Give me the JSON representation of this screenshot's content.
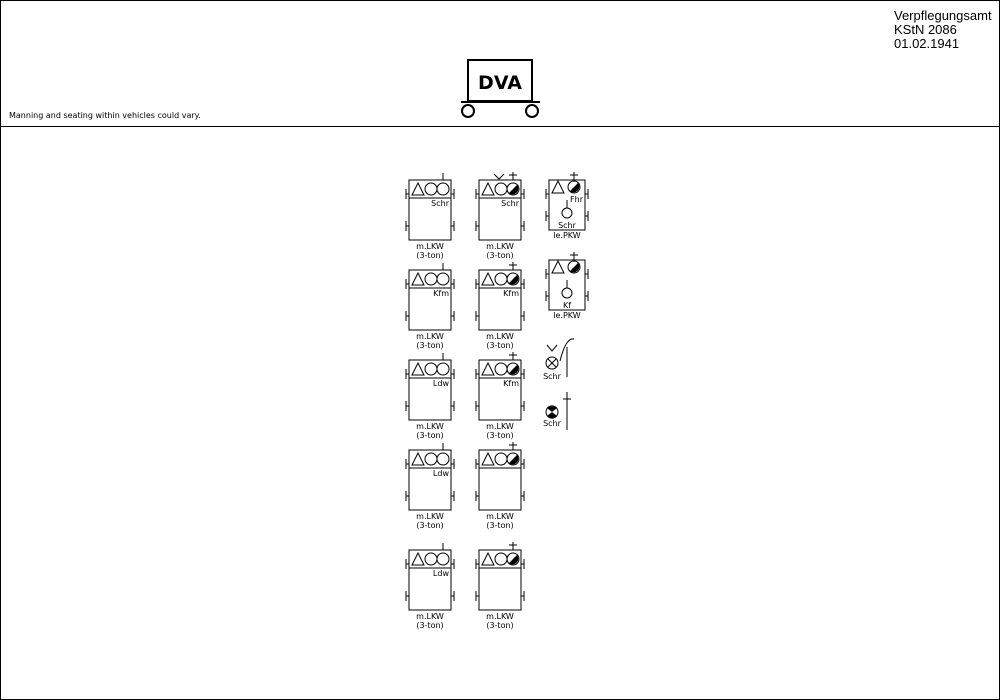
{
  "title_block": {
    "line1": "Verpflegungsamt",
    "line2": "KStN 2086",
    "line3": "01.02.1941"
  },
  "note": "Manning and seating within vehicles could vary.",
  "unit": {
    "label": "DVA"
  },
  "vehicles": [
    {
      "type": "truck",
      "role": "Schr",
      "cap1": "m.LKW",
      "cap2": "(3-ton)",
      "icon": "staff-pair"
    },
    {
      "type": "truck",
      "role": "Schr",
      "cap1": "m.LKW",
      "cap2": "(3-ton)",
      "icon": "officer-nco"
    },
    {
      "type": "car",
      "role_top": "Fhr",
      "role_bottom": "Schr",
      "cap1": "le.PKW",
      "icon": "officer"
    },
    {
      "type": "truck",
      "role": "Kfm",
      "cap1": "m.LKW",
      "cap2": "(3-ton)",
      "icon": "staff-pair"
    },
    {
      "type": "truck",
      "role": "Kfm",
      "cap1": "m.LKW",
      "cap2": "(3-ton)",
      "icon": "nco"
    },
    {
      "type": "car",
      "role_bottom": "Kf",
      "cap1": "le.PKW",
      "icon": "nco"
    },
    {
      "type": "truck",
      "role": "Ldw",
      "cap1": "m.LKW",
      "cap2": "(3-ton)",
      "icon": "staff-pair"
    },
    {
      "type": "truck",
      "role": "Kfm",
      "cap1": "m.LKW",
      "cap2": "(3-ton)",
      "icon": "nco"
    },
    {
      "type": "truck",
      "role": "Ldw",
      "cap1": "m.LKW",
      "cap2": "(3-ton)",
      "icon": "staff-pair"
    },
    {
      "type": "truck",
      "role": "",
      "cap1": "m.LKW",
      "cap2": "(3-ton)",
      "icon": "nco"
    },
    {
      "type": "truck",
      "role": "Ldw",
      "cap1": "m.LKW",
      "cap2": "(3-ton)",
      "icon": "staff-pair"
    },
    {
      "type": "truck",
      "role": "",
      "cap1": "m.LKW",
      "cap2": "(3-ton)",
      "icon": "nco"
    }
  ],
  "personnel": [
    {
      "role": "Schr",
      "icon": "cyclist"
    },
    {
      "role": "Schr",
      "icon": "rifleman"
    }
  ]
}
